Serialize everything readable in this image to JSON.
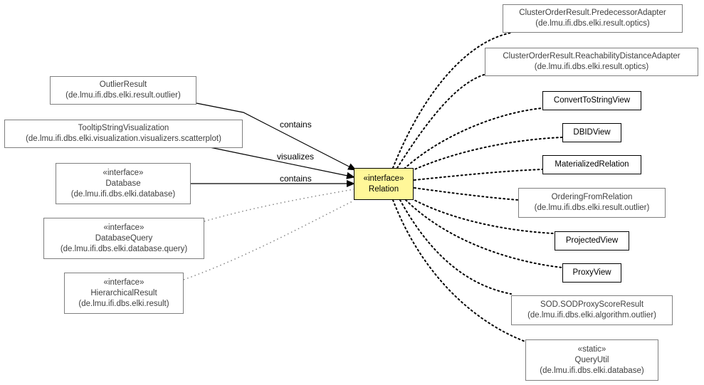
{
  "center": {
    "stereotype": "«interface»",
    "name": "Relation"
  },
  "left_nodes": {
    "outlier_result": {
      "name": "OutlierResult",
      "package": "(de.lmu.ifi.dbs.elki.result.outlier)",
      "edge_label": "contains"
    },
    "tooltip_viz": {
      "name": "TooltipStringVisualization",
      "package": "(de.lmu.ifi.dbs.elki.visualization.visualizers.scatterplot)",
      "edge_label": "visualizes"
    },
    "database": {
      "stereotype": "«interface»",
      "name": "Database",
      "package": "(de.lmu.ifi.dbs.elki.database)",
      "edge_label": "contains"
    },
    "database_query": {
      "stereotype": "«interface»",
      "name": "DatabaseQuery",
      "package": "(de.lmu.ifi.dbs.elki.database.query)"
    },
    "hierarchical_result": {
      "stereotype": "«interface»",
      "name": "HierarchicalResult",
      "package": "(de.lmu.ifi.dbs.elki.result)"
    }
  },
  "right_nodes": {
    "predecessor_adapter": {
      "name": "ClusterOrderResult.PredecessorAdapter",
      "package": "(de.lmu.ifi.dbs.elki.result.optics)"
    },
    "reachability_adapter": {
      "name": "ClusterOrderResult.ReachabilityDistanceAdapter",
      "package": "(de.lmu.ifi.dbs.elki.result.optics)"
    },
    "convert_to_string_view": {
      "name": "ConvertToStringView"
    },
    "dbid_view": {
      "name": "DBIDView"
    },
    "materialized_relation": {
      "name": "MaterializedRelation"
    },
    "ordering_from_relation": {
      "name": "OrderingFromRelation",
      "package": "(de.lmu.ifi.dbs.elki.result.outlier)"
    },
    "projected_view": {
      "name": "ProjectedView"
    },
    "proxy_view": {
      "name": "ProxyView"
    },
    "sod_proxy_score_result": {
      "name": "SOD.SODProxyScoreResult",
      "package": "(de.lmu.ifi.dbs.elki.algorithm.outlier)"
    },
    "query_util": {
      "stereotype": "«static»",
      "name": "QueryUtil",
      "package": "(de.lmu.ifi.dbs.elki.database)"
    }
  }
}
